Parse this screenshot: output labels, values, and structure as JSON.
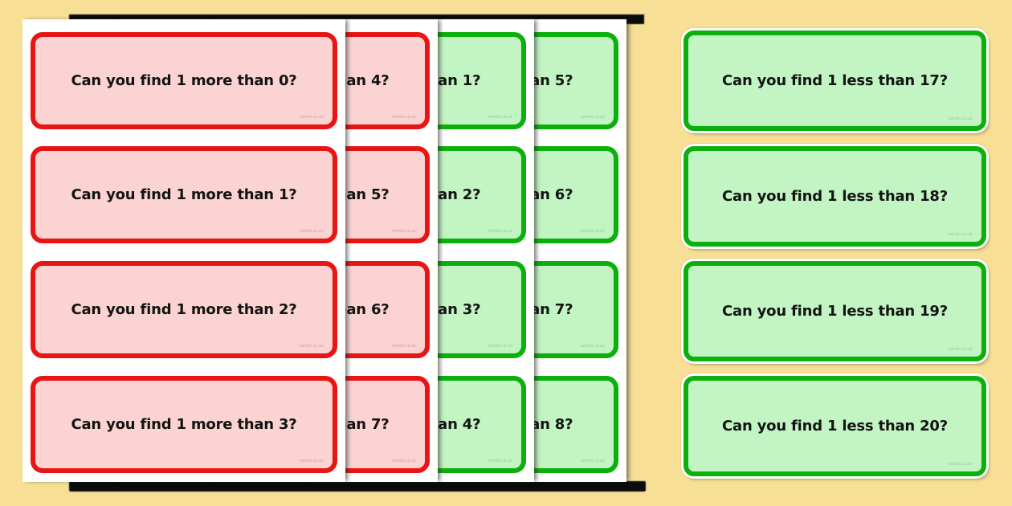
{
  "colors": {
    "background": "#F7E096",
    "page": "#FFFFFF",
    "red_card_border": "#E81515",
    "red_card_fill": "#FBD3D3",
    "green_card_border": "#0CB00C",
    "green_card_fill": "#C3F4C3",
    "stack_shadow": "#0B0B0B",
    "text": "#131313"
  },
  "watermark": "twinkl.co.uk",
  "pages": [
    {
      "style": "red",
      "cards": [
        "Can you find 1 more than 0?",
        "Can you find 1 more than 1?",
        "Can you find 1 more than 2?",
        "Can you find 1 more than 3?"
      ]
    },
    {
      "style": "red",
      "cards": [
        "Can you find 1 more than 4?",
        "Can you find 1 more than 5?",
        "Can you find 1 more than 6?",
        "Can you find 1 more than 7?"
      ]
    },
    {
      "style": "green",
      "cards": [
        "Can you find 1 less than 1?",
        "Can you find 1 less than 2?",
        "Can you find 1 less than 3?",
        "Can you find 1 less than 4?"
      ]
    },
    {
      "style": "green",
      "cards": [
        "Can you find 1 less than 5?",
        "Can you find 1 less than 6?",
        "Can you find 1 less than 7?",
        "Can you find 1 less than 8?"
      ]
    }
  ],
  "loose_cards": [
    "Can you find 1 less than 17?",
    "Can you find 1 less than 18?",
    "Can you find 1 less than 19?",
    "Can you find 1 less than 20?"
  ]
}
